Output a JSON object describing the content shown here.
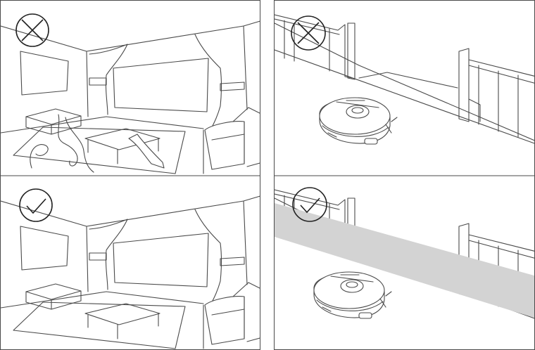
{
  "figure": {
    "panels": [
      {
        "id": "room-cluttered",
        "status": "incorrect",
        "icon": "cross-circle-icon"
      },
      {
        "id": "room-clear",
        "status": "correct",
        "icon": "check-circle-icon"
      },
      {
        "id": "stairs-unblocked",
        "status": "incorrect",
        "icon": "cross-circle-icon"
      },
      {
        "id": "stairs-blocked",
        "status": "correct",
        "icon": "check-circle-icon"
      }
    ],
    "colors": {
      "line": "#4a4a4a",
      "icon": "#222222",
      "barrier": "#d3d3d3",
      "background": "#ffffff"
    }
  }
}
